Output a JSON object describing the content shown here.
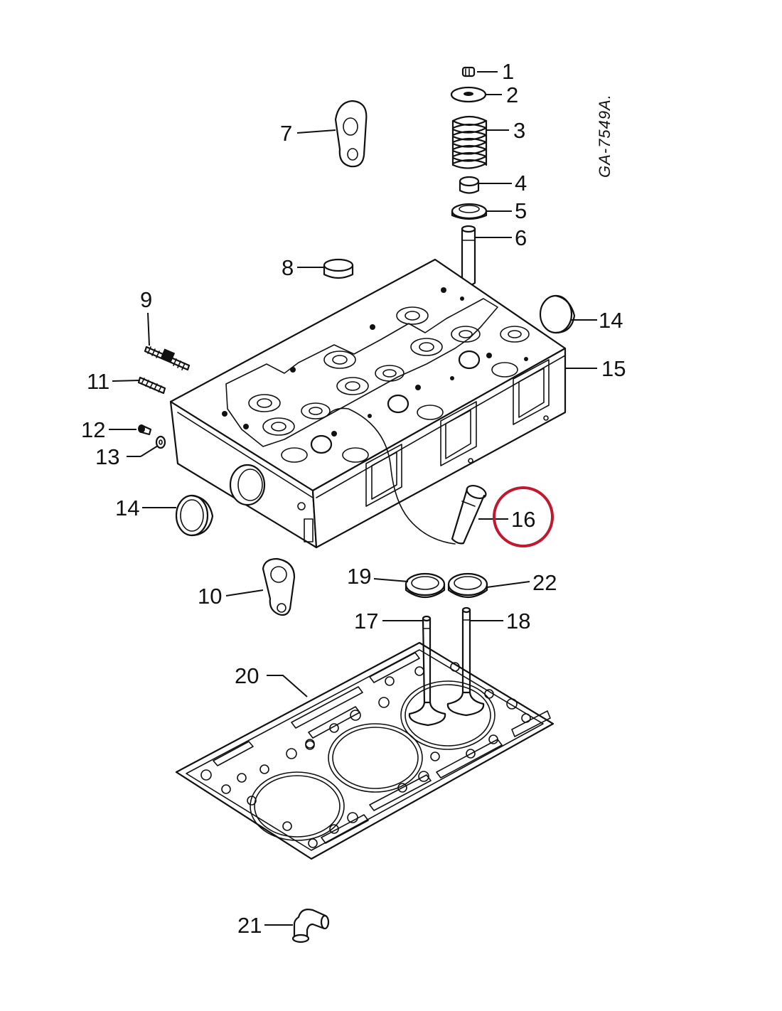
{
  "drawing_code": "GA-7549A.",
  "highlight_color": "#c0182e",
  "callouts": {
    "c1": "1",
    "c2": "2",
    "c3": "3",
    "c4": "4",
    "c5": "5",
    "c6": "6",
    "c7": "7",
    "c8": "8",
    "c9": "9",
    "c10": "10",
    "c11": "11",
    "c12": "12",
    "c13": "13",
    "c14a": "14",
    "c14b": "14",
    "c15": "15",
    "c16": "16",
    "c17": "17",
    "c18": "18",
    "c19": "19",
    "c20": "20",
    "c21": "21",
    "c22": "22"
  },
  "highlighted_callout": "16"
}
